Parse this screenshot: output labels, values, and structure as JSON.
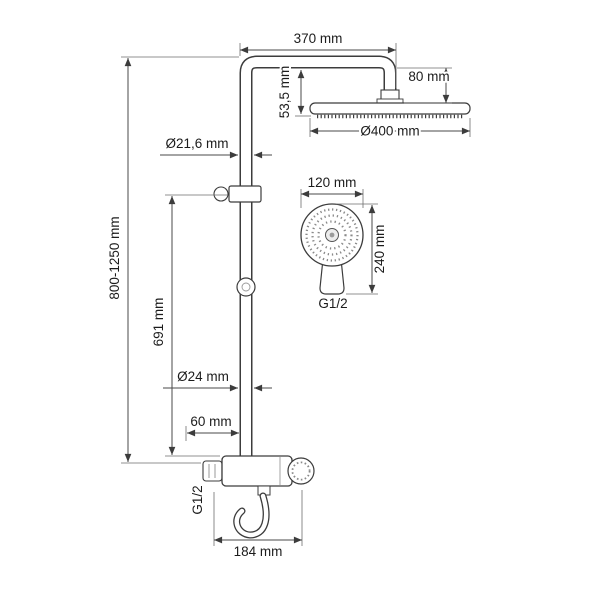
{
  "drawing": {
    "type": "technical-diagram",
    "subject": "shower column system with overhead rain shower, hand shower and thermostatic mixer",
    "colors": {
      "line": "#3c3c3c",
      "dimension_line": "#4a4a4a",
      "text": "#1c1c1c",
      "background": "#ffffff"
    },
    "labels": {
      "top_width": "370 mm",
      "arm_drop": "80 mm",
      "head_drop": "53,5 mm",
      "head_diameter": "Ø400 mm",
      "upper_pipe_diameter": "Ø21,6 mm",
      "adjustable_height": "800-1250 mm",
      "column_height": "691 mm",
      "hand_shower_diameter": "120 mm",
      "hand_shower_length": "240 mm",
      "hand_shower_thread": "G1/2",
      "lower_pipe_diameter": "Ø24 mm",
      "mixer_projection": "60 mm",
      "mixer_thread": "G1/2",
      "mixer_width": "184 mm"
    }
  }
}
